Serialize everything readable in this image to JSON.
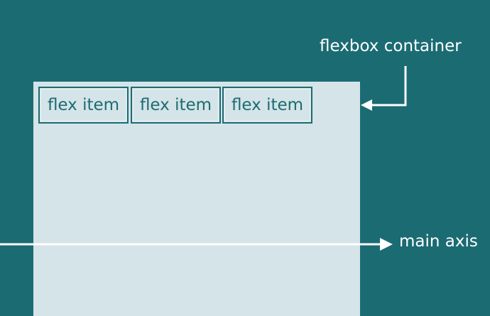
{
  "diagram": {
    "container_label": "flexbox container",
    "axis_label": "main axis",
    "items": [
      {
        "label": "flex item"
      },
      {
        "label": "flex item"
      },
      {
        "label": "flex item"
      }
    ]
  },
  "colors": {
    "background": "#1b6b73",
    "container_fill": "#d4e4e8",
    "item_border": "#1d6b72",
    "arrow": "#ffffff"
  }
}
